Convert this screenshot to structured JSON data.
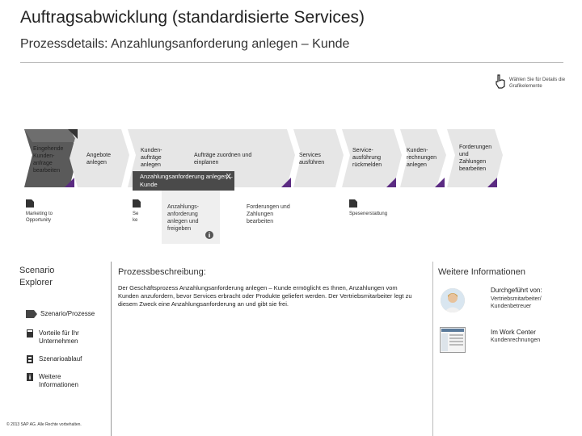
{
  "header": {
    "title": "Auftragsabwicklung (standardisierte Services)",
    "subtitle": "Prozessdetails: Anzahlungsanforderung anlegen – Kunde"
  },
  "hint": {
    "text": "Wählen Sie für Details die Grafikelemente"
  },
  "process_steps": {
    "s1": "Eingehende Kunden-anfrage bearbeiten",
    "s2": "Angebote anlegen",
    "s3": "Kunden-aufträge anlegen",
    "s4": "Aufträge zuordnen und einplanen",
    "s5": "Services ausführen",
    "s6": "Service-ausführung rückmelden",
    "s7": "Kunden-rechnungen anlegen",
    "s8": "Forderungen und Zahlungen bearbeiten"
  },
  "popup": {
    "label": "Anzahlungsanforderung anlegen – Kunde",
    "close": "X"
  },
  "sub_steps": {
    "marketing": "Marketing to Opportunity",
    "se_partial": "Se",
    "ke_partial": "ke",
    "anzahlung": "Anzahlungs-anforderung anlegen und freigeben",
    "forderungen": "Forderungen und Zahlungen bearbeiten",
    "spesen": "Spesenerstattung"
  },
  "left_panel": {
    "scenario_explorer": "Scenario Explorer",
    "szenario_prozesse": "Szenario/Prozesse",
    "vorteile": "Vorteile für Ihr Unternehmen",
    "szenarioablauf": "Szenarioablauf",
    "weitere": "Weitere Informationen",
    "footer": "© 2013 SAP AG. Alle Rechte vorbehalten."
  },
  "main": {
    "heading": "Prozessbeschreibung:",
    "body": "Der Geschäftsprozess Anzahlungsanforderung anlegen – Kunde ermöglicht es Ihnen, Anzahlungen vom Kunden anzufordern, bevor Services erbracht oder Produkte geliefert werden. Der Vertriebsmitarbeiter legt zu diesem Zweck eine Anzahlungsanforderung an und gibt sie frei."
  },
  "right_panel": {
    "heading": "Weitere Informationen",
    "performed_by_label": "Durchgeführt von:",
    "performed_by_value": "Vertriebsmitarbeiter/ Kundenbetreuer",
    "work_center_label": "Im Work Center",
    "work_center_value": "Kundenrechnungen"
  },
  "colors": {
    "accent_purple": "#5b2b82",
    "band_gray": "#e6e6e6",
    "dark_arrow": "#555555"
  }
}
